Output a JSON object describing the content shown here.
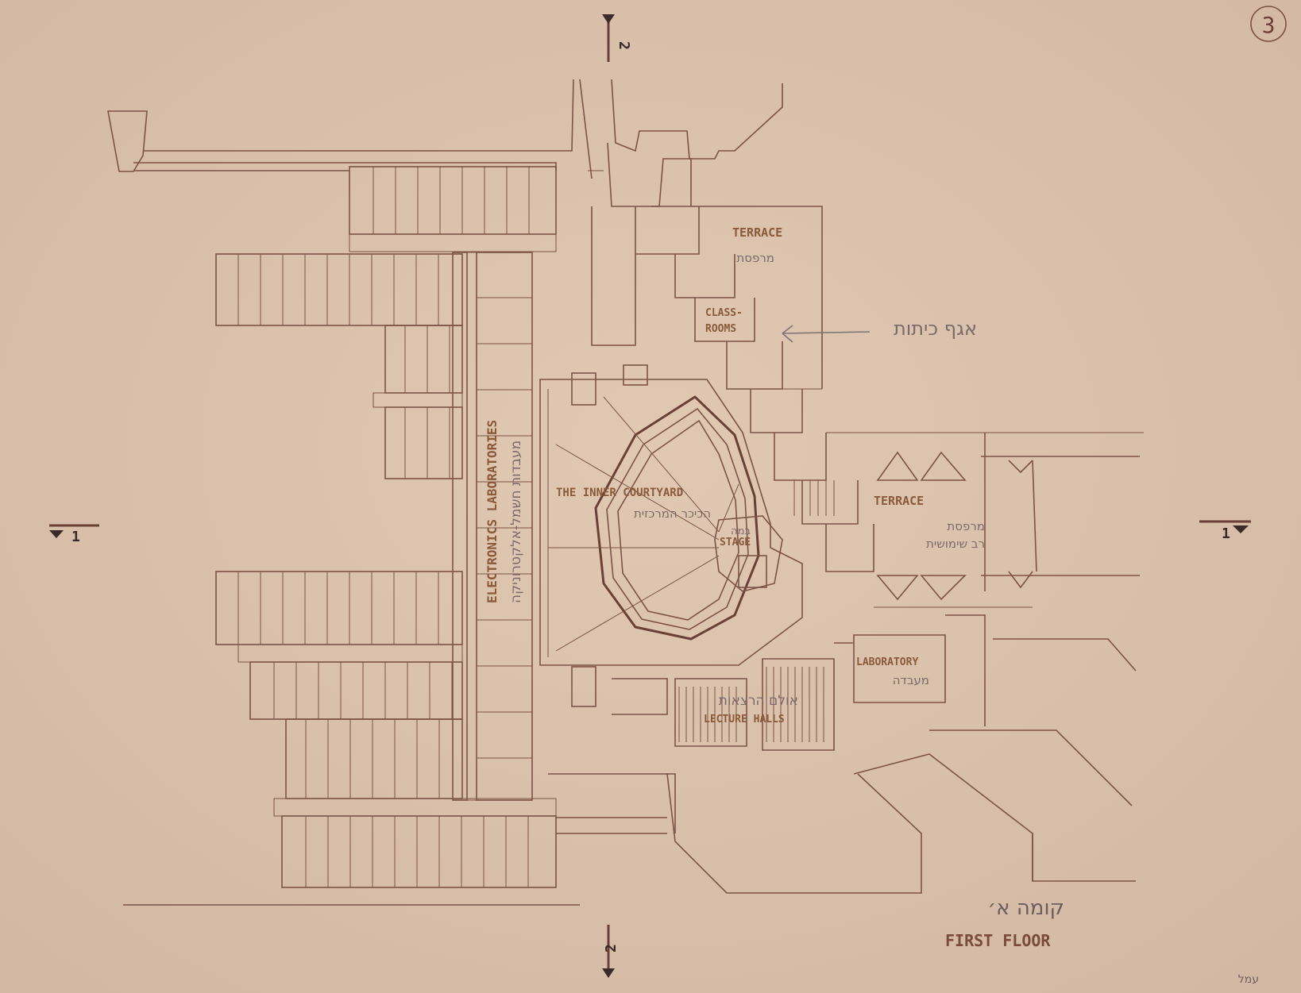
{
  "sheet": {
    "sheet_number": "3",
    "background_color": "#dcc3ad",
    "line_color": "#7c5348",
    "label_color": "#8a5a3a",
    "pencil_color": "#7a6a6a"
  },
  "labels": {
    "terrace_north": "TERRACE",
    "terrace_north_he": "מרפסת",
    "classrooms_1": "CLASS-",
    "classrooms_2": "ROOMS",
    "classroom_wing_he": "אגף כיתות",
    "electronics_labs": "ELECTRONICS LABORATORIES",
    "electronics_labs_he": "מעבדות חשמל-אלקטרוניקה",
    "inner_courtyard": "THE INNER COURTYARD",
    "inner_courtyard_he": "הכיכר המרכזית",
    "stage_he": "במה",
    "stage": "STAGE",
    "terrace_east": "TERRACE",
    "terrace_east_he_1": "מרפסת",
    "terrace_east_he_2": "רב שימושית",
    "laboratory": "LABORATORY",
    "laboratory_he": "מעבדה",
    "lecture_halls_he": "אולם הרצאות",
    "lecture_halls": "LECTURE HALLS",
    "floor_title_he": "קומה א׳",
    "floor_title": "FIRST FLOOR",
    "initials_he": "עמל"
  },
  "section_markers": {
    "top": "2",
    "bottom": "2",
    "left": "1",
    "right": "1"
  }
}
